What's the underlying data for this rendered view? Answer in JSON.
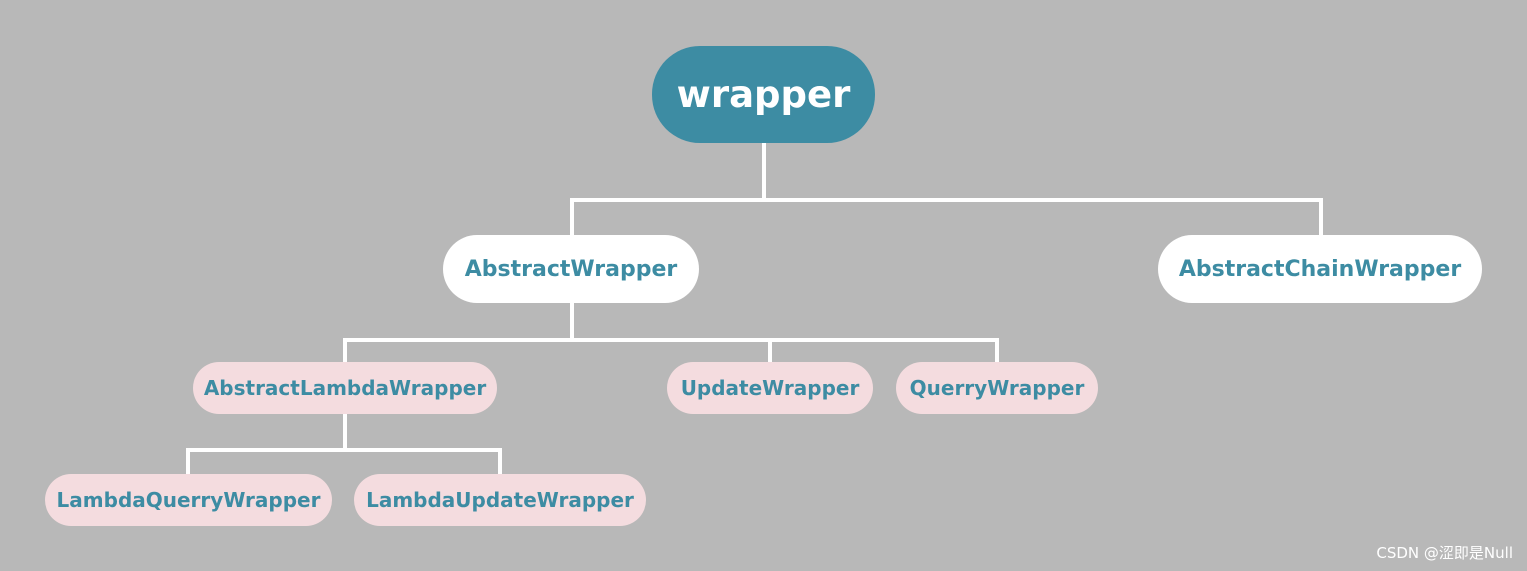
{
  "diagram": {
    "root": {
      "label": "wrapper"
    },
    "abstract_wrapper": {
      "label": "AbstractWrapper"
    },
    "abstract_chain_wrapper": {
      "label": "AbstractChainWrapper"
    },
    "abstract_lambda_wrapper": {
      "label": "AbstractLambdaWrapper"
    },
    "update_wrapper": {
      "label": "UpdateWrapper"
    },
    "querry_wrapper": {
      "label": "QuerryWrapper"
    },
    "lambda_querry_wrapper": {
      "label": "LambdaQuerryWrapper"
    },
    "lambda_update_wrapper": {
      "label": "LambdaUpdateWrapper"
    },
    "edges": [
      {
        "from": "wrapper",
        "to": "AbstractWrapper"
      },
      {
        "from": "wrapper",
        "to": "AbstractChainWrapper"
      },
      {
        "from": "AbstractWrapper",
        "to": "AbstractLambdaWrapper"
      },
      {
        "from": "AbstractWrapper",
        "to": "UpdateWrapper"
      },
      {
        "from": "AbstractWrapper",
        "to": "QuerryWrapper"
      },
      {
        "from": "AbstractLambdaWrapper",
        "to": "LambdaQuerryWrapper"
      },
      {
        "from": "AbstractLambdaWrapper",
        "to": "LambdaUpdateWrapper"
      }
    ]
  },
  "colors": {
    "background": "#b8b8b8",
    "root_fill": "#3d8ca3",
    "level1_fill": "#ffffff",
    "level2_fill": "#f4dcdf",
    "node_text": "#3d8ca3",
    "connector": "#ffffff"
  },
  "watermark": {
    "text": "CSDN @涩即是Null"
  }
}
